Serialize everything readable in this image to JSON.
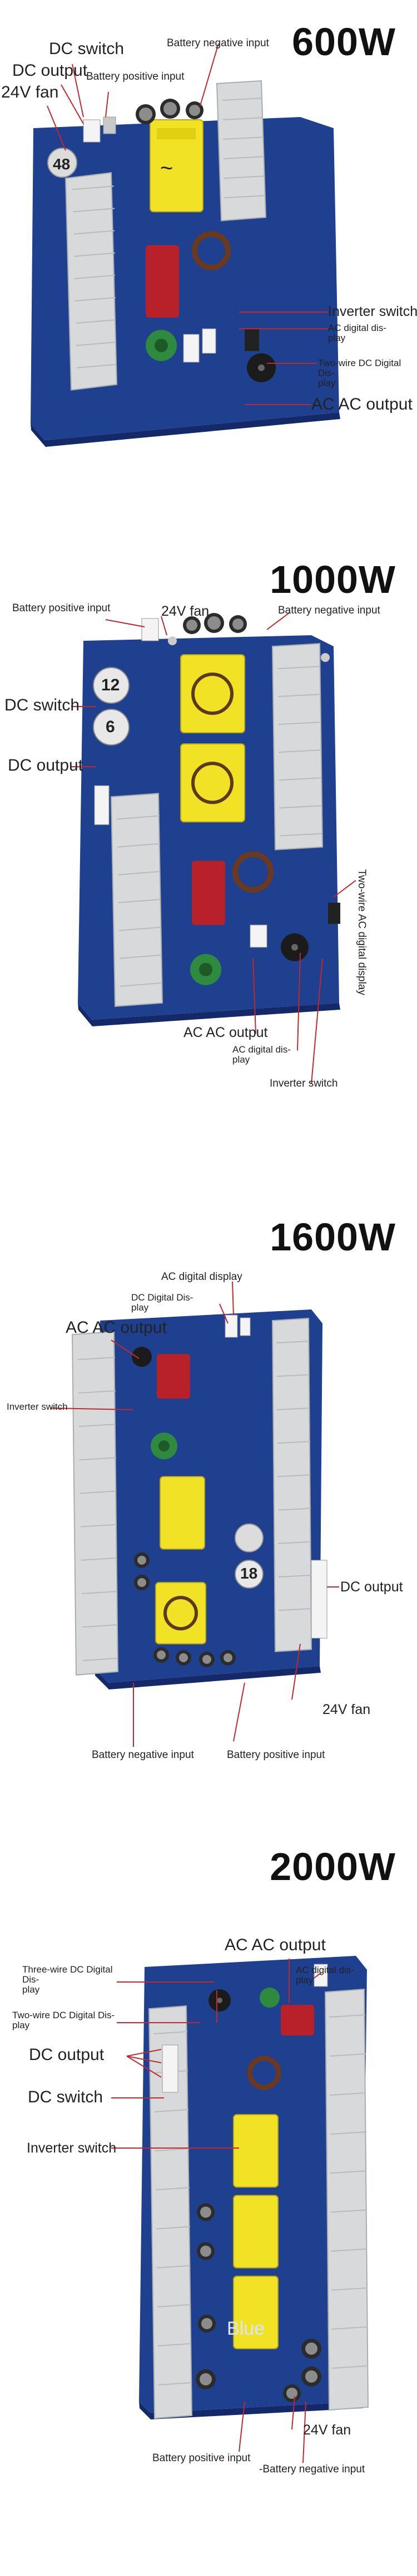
{
  "sections": [
    {
      "title": "600W",
      "labels": {
        "dc_switch": "DC switch",
        "dc_output": "DC output",
        "fan": "24V fan",
        "battery_negative": "Battery negative input",
        "battery_positive": "Battery positive input",
        "inverter_switch": "Inverter switch",
        "ac_digital_display": "AC digital dis-\nplay",
        "two_wire_dc_display": "Two-wire DC Digital Dis-\nplay",
        "ac_output": "AC AC output"
      },
      "heatsink_label": "48"
    },
    {
      "title": "1000W",
      "labels": {
        "battery_positive": "Battery positive input",
        "fan": "24V fan",
        "battery_negative": "Battery negative input",
        "dc_switch": "DC switch",
        "dc_output": "DC output",
        "two_wire_ac_display": "Two-wire AC digital display",
        "ac_output": "AC AC output",
        "ac_digital_display": "AC digital dis-\nplay",
        "inverter_switch": "Inverter switch"
      },
      "badges": [
        "12",
        "6"
      ]
    },
    {
      "title": "1600W",
      "labels": {
        "ac_digital_display": "AC digital display",
        "dc_digital_display": "DC Digital Dis-\nplay",
        "ac_output": "AC AC output",
        "inverter_switch": "Inverter switch",
        "dc_output": "DC output",
        "fan": "24V fan",
        "battery_negative": "Battery negative input",
        "battery_positive": "Battery positive input"
      },
      "badges": [
        "18"
      ]
    },
    {
      "title": "2000W",
      "labels": {
        "ac_output": "AC AC output",
        "three_wire_dc_display": "Three-wire DC Digital Dis-\nplay",
        "ac_digital_display": "AC digital dis-\nplay",
        "two_wire_dc_display": "Two-wire DC Digital Dis-\nplay",
        "dc_output": "DC output",
        "dc_switch": "DC switch",
        "inverter_switch": "Inverter switch",
        "fan": "24V fan",
        "battery_positive": "Battery positive input",
        "battery_negative": "-Battery negative input"
      },
      "board_text": "Blue"
    }
  ],
  "colors": {
    "pcb_blue": "#1f3f8f",
    "pcb_dark": "#14296a",
    "heatsink": "#d7d9db",
    "transformer_yellow": "#f1e225",
    "capacitor_red": "#b8202a",
    "choke_green": "#2f8a3f",
    "leader_red": "#c2282e"
  }
}
